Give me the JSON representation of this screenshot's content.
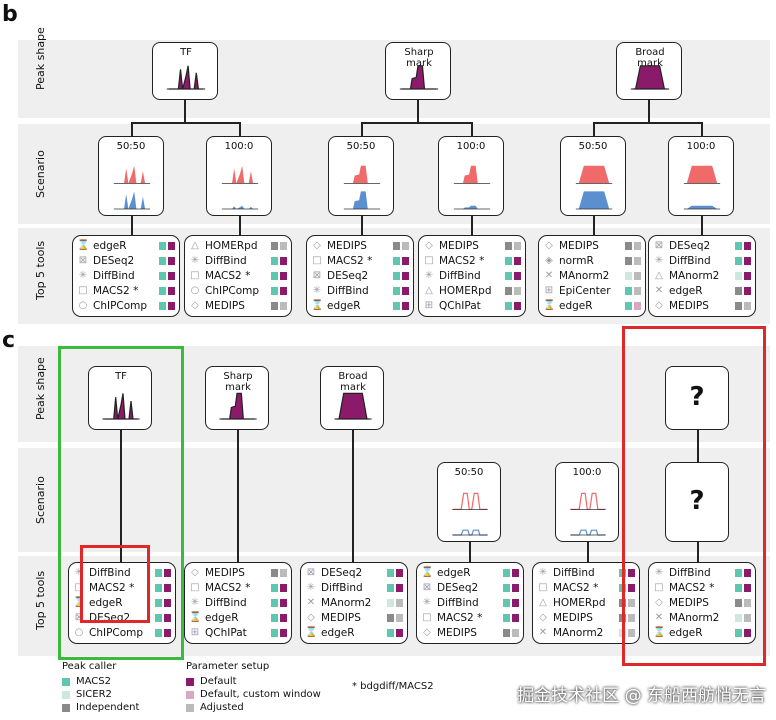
{
  "panels": {
    "b": "b",
    "c": "c"
  },
  "row_labels": {
    "peak_shape": "Peak shape",
    "scenario": "Scenario",
    "tools": "Top 5 tools"
  },
  "colors": {
    "tf": "#8b1a6b",
    "condA": "#f06a6a",
    "condB": "#5b8fd0",
    "macs2": "#5fc7b0",
    "sicer2": "#cfe8de",
    "independent": "#8a8a8a",
    "default": "#8b1a6b",
    "custom": "#d9a6c4",
    "adjusted": "#bbbbbb"
  },
  "b": {
    "peak_shapes": [
      {
        "label": "TF",
        "shape": "tf"
      },
      {
        "label": "Sharp mark",
        "shape": "sharp"
      },
      {
        "label": "Broad mark",
        "shape": "broad"
      }
    ],
    "scenarios": [
      {
        "label": "50:50",
        "shape": "tf"
      },
      {
        "label": "100:0",
        "shape": "tf"
      },
      {
        "label": "50:50",
        "shape": "sharp"
      },
      {
        "label": "100:0",
        "shape": "sharp"
      },
      {
        "label": "50:50",
        "shape": "broad"
      },
      {
        "label": "100:0",
        "shape": "broad"
      }
    ],
    "tools": [
      [
        {
          "icon": "hourglass-icon",
          "glyph": "⌛",
          "name": "edgeR",
          "pc": "macs2",
          "ps": "default"
        },
        {
          "icon": "boxed-x-icon",
          "glyph": "⊠",
          "name": "DESeq2",
          "pc": "macs2",
          "ps": "default"
        },
        {
          "icon": "asterisk-icon",
          "glyph": "✳",
          "name": "DiffBind",
          "pc": "macs2",
          "ps": "default"
        },
        {
          "icon": "square-icon",
          "glyph": "□",
          "name": "MACS2 *",
          "pc": "macs2",
          "ps": "default"
        },
        {
          "icon": "circle-icon",
          "glyph": "○",
          "name": "ChIPComp",
          "pc": "macs2",
          "ps": "default"
        }
      ],
      [
        {
          "icon": "triangle-icon",
          "glyph": "△",
          "name": "HOMERpd",
          "pc": "independent",
          "ps": "adjusted"
        },
        {
          "icon": "asterisk-icon",
          "glyph": "✳",
          "name": "DiffBind",
          "pc": "macs2",
          "ps": "default"
        },
        {
          "icon": "square-icon",
          "glyph": "□",
          "name": "MACS2 *",
          "pc": "macs2",
          "ps": "default"
        },
        {
          "icon": "circle-icon",
          "glyph": "○",
          "name": "ChIPComp",
          "pc": "macs2",
          "ps": "default"
        },
        {
          "icon": "diamond-icon",
          "glyph": "◇",
          "name": "MEDIPS",
          "pc": "independent",
          "ps": "adjusted"
        }
      ],
      [
        {
          "icon": "diamond-icon",
          "glyph": "◇",
          "name": "MEDIPS",
          "pc": "independent",
          "ps": "adjusted"
        },
        {
          "icon": "square-icon",
          "glyph": "□",
          "name": "MACS2 *",
          "pc": "macs2",
          "ps": "default"
        },
        {
          "icon": "boxed-x-icon",
          "glyph": "⊠",
          "name": "DESeq2",
          "pc": "macs2",
          "ps": "default"
        },
        {
          "icon": "asterisk-icon",
          "glyph": "✳",
          "name": "DiffBind",
          "pc": "macs2",
          "ps": "default"
        },
        {
          "icon": "hourglass-icon",
          "glyph": "⌛",
          "name": "edgeR",
          "pc": "macs2",
          "ps": "default"
        }
      ],
      [
        {
          "icon": "diamond-icon",
          "glyph": "◇",
          "name": "MEDIPS",
          "pc": "independent",
          "ps": "adjusted"
        },
        {
          "icon": "square-icon",
          "glyph": "□",
          "name": "MACS2 *",
          "pc": "macs2",
          "ps": "default"
        },
        {
          "icon": "asterisk-icon",
          "glyph": "✳",
          "name": "DiffBind",
          "pc": "macs2",
          "ps": "default"
        },
        {
          "icon": "triangle-icon",
          "glyph": "△",
          "name": "HOMERpd",
          "pc": "independent",
          "ps": "adjusted"
        },
        {
          "icon": "plus-box-icon",
          "glyph": "⊞",
          "name": "QChIPat",
          "pc": "macs2",
          "ps": "default"
        }
      ],
      [
        {
          "icon": "diamond-icon",
          "glyph": "◇",
          "name": "MEDIPS",
          "pc": "independent",
          "ps": "adjusted"
        },
        {
          "icon": "plus-diamond-icon",
          "glyph": "◈",
          "name": "normR",
          "pc": "independent",
          "ps": "adjusted"
        },
        {
          "icon": "cross-icon",
          "glyph": "✕",
          "name": "MAnorm2",
          "pc": "sicer2",
          "ps": "adjusted"
        },
        {
          "icon": "plus-box-icon",
          "glyph": "⊞",
          "name": "EpiCenter",
          "pc": "macs2",
          "ps": "adjusted"
        },
        {
          "icon": "hourglass-icon",
          "glyph": "⌛",
          "name": "edgeR",
          "pc": "macs2",
          "ps": "custom"
        }
      ],
      [
        {
          "icon": "boxed-x-icon",
          "glyph": "⊠",
          "name": "DESeq2",
          "pc": "macs2",
          "ps": "default"
        },
        {
          "icon": "asterisk-icon",
          "glyph": "✳",
          "name": "DiffBind",
          "pc": "macs2",
          "ps": "default"
        },
        {
          "icon": "triangle-icon",
          "glyph": "△",
          "name": "MAnorm2",
          "pc": "sicer2",
          "ps": "default"
        },
        {
          "icon": "cross-icon",
          "glyph": "✕",
          "name": "edgeR",
          "pc": "independent",
          "ps": "default"
        },
        {
          "icon": "diamond-icon",
          "glyph": "◇",
          "name": "MEDIPS",
          "pc": "independent",
          "ps": "adjusted"
        }
      ]
    ]
  },
  "c": {
    "peak_shapes": [
      {
        "label": "TF",
        "shape": "tf"
      },
      {
        "label": "Sharp mark",
        "shape": "sharp"
      },
      {
        "label": "Broad mark",
        "shape": "broad"
      },
      {
        "label": "?",
        "shape": "unknown"
      }
    ],
    "scenarios": [
      {
        "label": "50:50",
        "shape": "outline"
      },
      {
        "label": "100:0",
        "shape": "outline"
      },
      {
        "label": "?",
        "shape": "unknown"
      }
    ],
    "tools": [
      [
        {
          "icon": "asterisk-icon",
          "glyph": "✳",
          "name": "DiffBind",
          "pc": "macs2",
          "ps": "default"
        },
        {
          "icon": "square-icon",
          "glyph": "□",
          "name": "MACS2 *",
          "pc": "macs2",
          "ps": "default"
        },
        {
          "icon": "hourglass-icon",
          "glyph": "⌛",
          "name": "edgeR",
          "pc": "macs2",
          "ps": "default"
        },
        {
          "icon": "boxed-x-icon",
          "glyph": "⊠",
          "name": "DESeq2",
          "pc": "macs2",
          "ps": "default"
        },
        {
          "icon": "circle-icon",
          "glyph": "○",
          "name": "ChIPComp",
          "pc": "macs2",
          "ps": "default"
        }
      ],
      [
        {
          "icon": "diamond-icon",
          "glyph": "◇",
          "name": "MEDIPS",
          "pc": "independent",
          "ps": "adjusted"
        },
        {
          "icon": "square-icon",
          "glyph": "□",
          "name": "MACS2 *",
          "pc": "macs2",
          "ps": "default"
        },
        {
          "icon": "asterisk-icon",
          "glyph": "✳",
          "name": "DiffBind",
          "pc": "macs2",
          "ps": "default"
        },
        {
          "icon": "hourglass-icon",
          "glyph": "⌛",
          "name": "edgeR",
          "pc": "macs2",
          "ps": "default"
        },
        {
          "icon": "plus-box-icon",
          "glyph": "⊞",
          "name": "QChIPat",
          "pc": "macs2",
          "ps": "default"
        }
      ],
      [
        {
          "icon": "boxed-x-icon",
          "glyph": "⊠",
          "name": "DESeq2",
          "pc": "macs2",
          "ps": "default"
        },
        {
          "icon": "asterisk-icon",
          "glyph": "✳",
          "name": "DiffBind",
          "pc": "macs2",
          "ps": "default"
        },
        {
          "icon": "cross-icon",
          "glyph": "✕",
          "name": "MAnorm2",
          "pc": "sicer2",
          "ps": "adjusted"
        },
        {
          "icon": "diamond-icon",
          "glyph": "◇",
          "name": "MEDIPS",
          "pc": "independent",
          "ps": "adjusted"
        },
        {
          "icon": "hourglass-icon",
          "glyph": "⌛",
          "name": "edgeR",
          "pc": "macs2",
          "ps": "default"
        }
      ],
      [
        {
          "icon": "hourglass-icon",
          "glyph": "⌛",
          "name": "edgeR",
          "pc": "macs2",
          "ps": "default"
        },
        {
          "icon": "boxed-x-icon",
          "glyph": "⊠",
          "name": "DESeq2",
          "pc": "macs2",
          "ps": "default"
        },
        {
          "icon": "asterisk-icon",
          "glyph": "✳",
          "name": "DiffBind",
          "pc": "macs2",
          "ps": "default"
        },
        {
          "icon": "square-icon",
          "glyph": "□",
          "name": "MACS2 *",
          "pc": "macs2",
          "ps": "default"
        },
        {
          "icon": "diamond-icon",
          "glyph": "◇",
          "name": "MEDIPS",
          "pc": "independent",
          "ps": "adjusted"
        }
      ],
      [
        {
          "icon": "asterisk-icon",
          "glyph": "✳",
          "name": "DiffBind",
          "pc": "macs2",
          "ps": "default"
        },
        {
          "icon": "square-icon",
          "glyph": "□",
          "name": "MACS2 *",
          "pc": "macs2",
          "ps": "default"
        },
        {
          "icon": "triangle-icon",
          "glyph": "△",
          "name": "HOMERpd",
          "pc": "independent",
          "ps": "adjusted"
        },
        {
          "icon": "diamond-icon",
          "glyph": "◇",
          "name": "MEDIPS",
          "pc": "independent",
          "ps": "adjusted"
        },
        {
          "icon": "cross-icon",
          "glyph": "✕",
          "name": "MAnorm2",
          "pc": "sicer2",
          "ps": "adjusted"
        }
      ],
      [
        {
          "icon": "asterisk-icon",
          "glyph": "✳",
          "name": "DiffBind",
          "pc": "macs2",
          "ps": "default"
        },
        {
          "icon": "square-icon",
          "glyph": "□",
          "name": "MACS2 *",
          "pc": "macs2",
          "ps": "default"
        },
        {
          "icon": "diamond-icon",
          "glyph": "◇",
          "name": "MEDIPS",
          "pc": "independent",
          "ps": "adjusted"
        },
        {
          "icon": "cross-icon",
          "glyph": "✕",
          "name": "MAnorm2",
          "pc": "sicer2",
          "ps": "adjusted"
        },
        {
          "icon": "hourglass-icon",
          "glyph": "⌛",
          "name": "edgeR",
          "pc": "macs2",
          "ps": "default"
        }
      ]
    ]
  },
  "legend": {
    "peak_caller_title": "Peak caller",
    "peak_callers": [
      {
        "label": "MACS2",
        "color": "#5fc7b0"
      },
      {
        "label": "SICER2",
        "color": "#cfe8de"
      },
      {
        "label": "Independent",
        "color": "#8a8a8a"
      }
    ],
    "param_title": "Parameter setup",
    "params": [
      {
        "label": "Default",
        "color": "#8b1a6b"
      },
      {
        "label": "Default, custom window",
        "color": "#d9a6c4"
      },
      {
        "label": "Adjusted",
        "color": "#bbbbbb"
      }
    ],
    "footnote": "* bdgdiff/MACS2"
  },
  "watermark": "掘金技术社区 @ 东船西舫悄无言"
}
